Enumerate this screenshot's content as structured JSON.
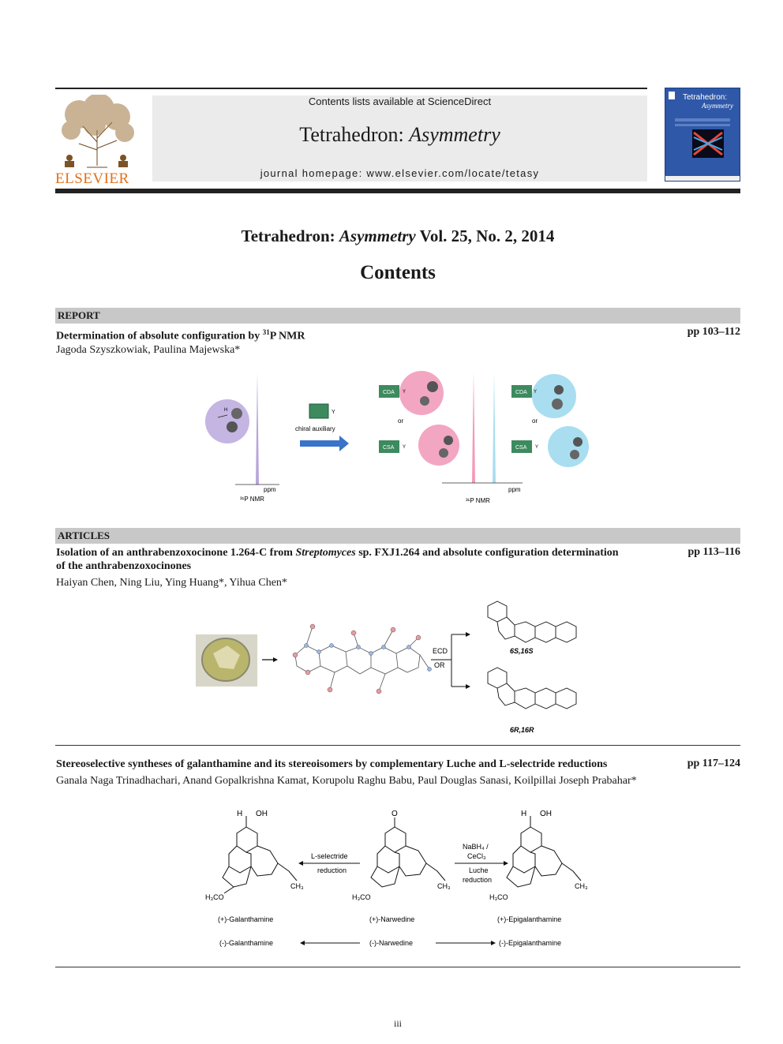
{
  "header": {
    "publisher": "ELSEVIER",
    "sciencedirect_line": "Contents lists available at ScienceDirect",
    "journal_name": "Tetrahedron: ",
    "journal_name_italic": "Asymmetry",
    "homepage": "journal homepage: www.elsevier.com/locate/tetasy",
    "cover_title": "Tetrahedron:",
    "cover_subtitle": "Asymmetry"
  },
  "issue": {
    "journal": "Tetrahedron: ",
    "journal_italic": "Asymmetry",
    "volume": " Vol. 25, No. 2, 2014",
    "heading": "Contents"
  },
  "sections": {
    "report": "REPORT",
    "articles": "ARTICLES"
  },
  "entries": [
    {
      "title_a": "Determination of absolute configuration by ",
      "title_sup": "31",
      "title_b": "P NMR",
      "pages": "pp 103–112",
      "authors": "Jagoda Szyszkowiak, Paulina Majewska*"
    },
    {
      "title_a": "Isolation of an anthrabenzoxocinone 1.264-C from ",
      "title_italic": "Streptomyces",
      "title_b": " sp. FXJ1.264 and absolute configuration determination",
      "title_c": "of the anthrabenzoxocinones",
      "pages": "pp 113–116",
      "authors": "Haiyan Chen, Ning Liu, Ying Huang*, Yihua Chen*"
    },
    {
      "title": "Stereoselective syntheses of galanthamine and its stereoisomers by complementary Luche and L-selectride reductions",
      "pages": "pp 117–124",
      "authors": "Ganala Naga Trinadhachari, Anand Gopalkrishna Kamat, Korupolu Raghu Babu, Paul Douglas Sanasi, Koilpillai Joseph Prabahar*"
    }
  ],
  "graphics": {
    "g1": {
      "chiral_auxiliary": "chiral auxiliary",
      "ppm": "ppm",
      "nmr": "³¹P NMR",
      "cda": "CDA",
      "csa": "CSA",
      "or": "or",
      "y": "Y",
      "h": "H"
    },
    "g2": {
      "ecd": "ECD",
      "or": "OR",
      "config_a": "6S,16S",
      "config_b": "6R,16R"
    },
    "g3": {
      "galanthamine_pos": "(+)-Galanthamine",
      "narwedine_pos": "(+)-Narwedine",
      "epigalanthamine_pos": "(+)-Epigalanthamine",
      "galanthamine_neg": "(-)-Galanthamine",
      "narwedine_neg": "(-)-Narwedine",
      "epigalanthamine_neg": "(-)-Epigalanthamine",
      "lselectride": "L-selectride",
      "reduction": "reduction",
      "nabh4": "NaBH₄ /",
      "cecl3": "CeCl₃",
      "luche": "Luche",
      "luche_reduction": "reduction",
      "h3co": "H₃CO",
      "ch3": "CH₃",
      "oh": "OH",
      "h": "H"
    }
  },
  "footer": {
    "page": "iii"
  },
  "colors": {
    "purple_peak": "#b7a5da",
    "pink_peak": "#f59ab8",
    "cyan_peak": "#a8def0",
    "green_box": "#3d8a5e",
    "arrow_blue": "#3a73c8",
    "section_gray": "#c8c8c8",
    "header_gray": "#ebebeb"
  }
}
